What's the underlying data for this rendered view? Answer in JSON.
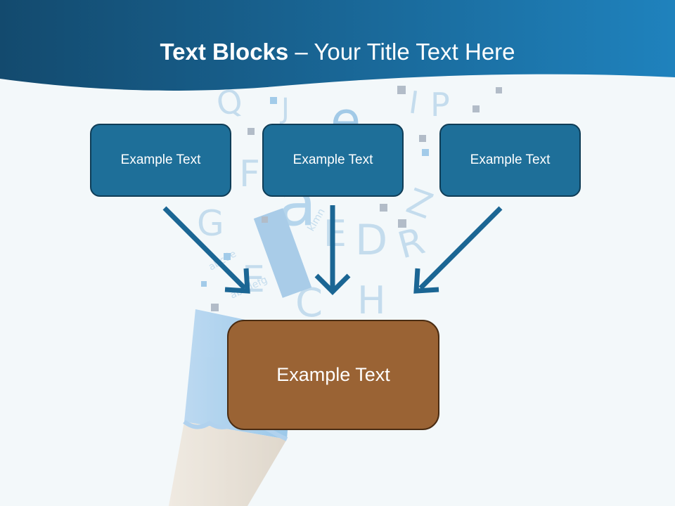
{
  "title": {
    "bold": "Text Blocks",
    "separator": " – ",
    "rest": "Your Title Text Here"
  },
  "top_boxes": [
    {
      "label": "Example Text"
    },
    {
      "label": "Example Text"
    },
    {
      "label": "Example Text"
    }
  ],
  "bottom_box": {
    "label": "Example Text"
  },
  "colors": {
    "header_dark": "#134a6e",
    "header_light": "#1f82bd",
    "box_blue": "#1e6f99",
    "box_blue_border": "#0f3d57",
    "box_brown": "#9a6334",
    "box_brown_border": "#4a2c12",
    "arrow": "#1b6694",
    "background": "#f3f8fa"
  }
}
